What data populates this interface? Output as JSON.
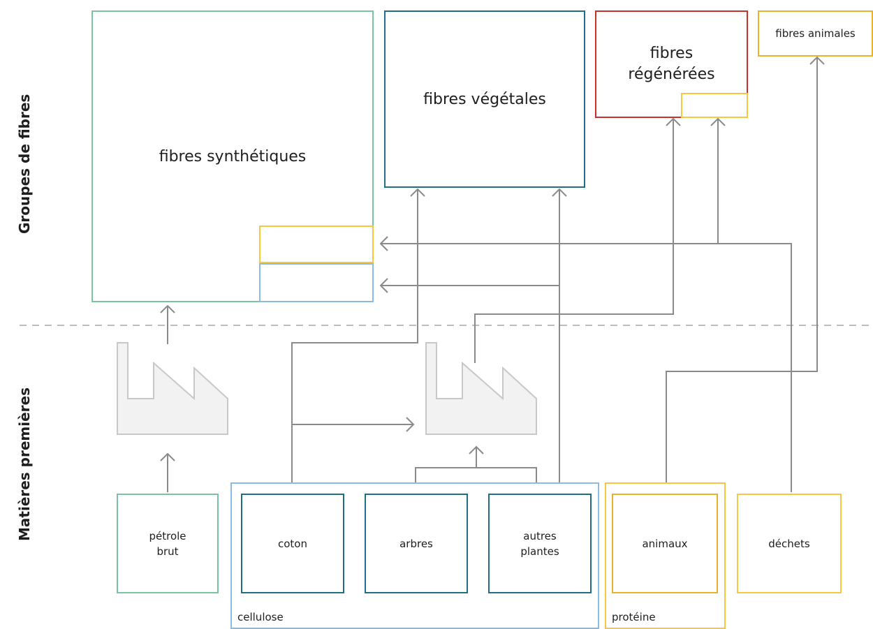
{
  "sections": {
    "top": "Groupes de fibres",
    "bottom": "Matières premières"
  },
  "fiber_groups": {
    "synthetic": "fibres synthétiques",
    "vegetal": "fibres végétales",
    "regenerated": "fibres\nrégénérées",
    "animal": "fibres animales"
  },
  "raw_materials": {
    "petrole": "pétrole\nbrut",
    "coton": "coton",
    "arbres": "arbres",
    "autres_plantes": "autres\nplantes",
    "animaux": "animaux",
    "dechets": "déchets"
  },
  "categories": {
    "cellulose": "cellulose",
    "proteine": "protéine"
  },
  "colors": {
    "green": "#7cc3a0",
    "teal": "#1f6e86",
    "red": "#c8312b",
    "yellow": "#f5c842",
    "gold": "#eab12a",
    "blue": "#8dbbe0",
    "arrow": "#8a8a8a",
    "factory_fill": "#f2f2f2",
    "factory_stroke": "#c8c8c8",
    "dashed": "#bdbdbd"
  }
}
